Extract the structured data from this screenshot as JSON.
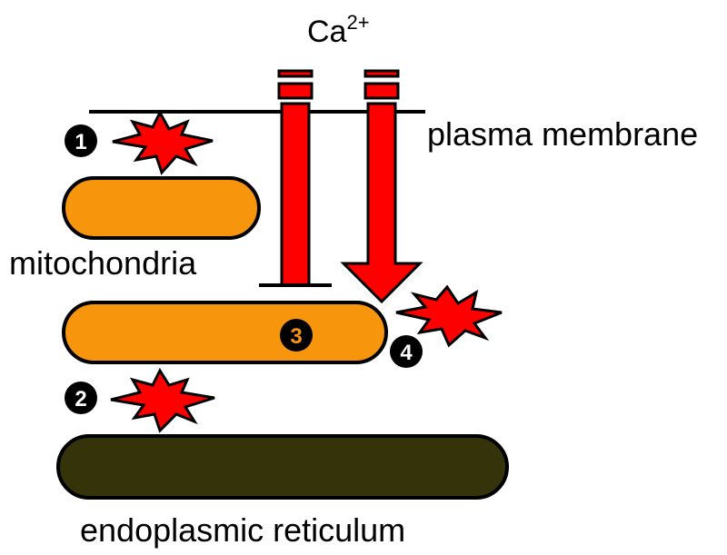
{
  "ion": {
    "base": "Ca",
    "charge": "2+"
  },
  "labels": {
    "plasma_membrane": "plasma membrane",
    "mitochondria": "mitochondria",
    "endoplasmic_reticulum": "endoplasmic reticulum"
  },
  "markers": [
    "1",
    "2",
    "3",
    "4"
  ],
  "colors": {
    "mitochondria_fill": "#F7950C",
    "er_fill": "#35330A",
    "channel_red": "#FF0000",
    "outline": "#000000"
  }
}
